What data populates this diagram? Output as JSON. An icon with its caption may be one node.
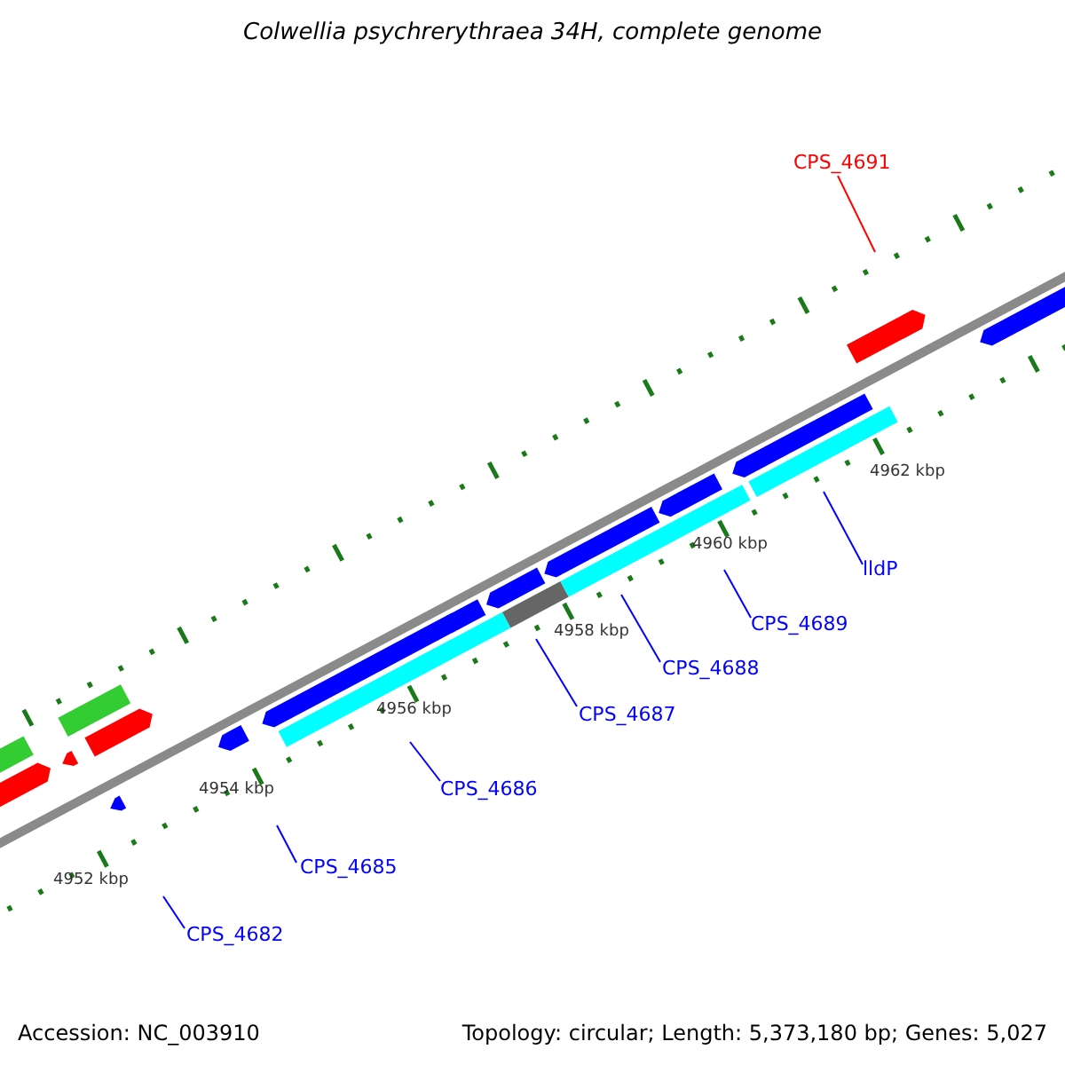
{
  "diagram": {
    "title": "Colwellia psychrerythraea 34H, complete genome",
    "nodes": [
      {
        "text": [
          "CPS_4691"
        ]
      },
      {
        "text": [
          "lldP"
        ]
      },
      {
        "text": [
          "CPS_4689"
        ]
      },
      {
        "text": [
          "CPS_4688"
        ]
      },
      {
        "text": [
          "CPS_4687"
        ]
      },
      {
        "text": [
          "CPS_4686"
        ]
      },
      {
        "text": [
          "CPS_4685"
        ]
      },
      {
        "text": [
          "CPS_4682"
        ]
      }
    ],
    "edges": [
      {
        "from": 0,
        "to": null,
        "arrow": "none",
        "color": "#ff0000"
      },
      {
        "from": 1,
        "to": null,
        "arrow": "none"
      },
      {
        "from": 2,
        "to": null,
        "arrow": "none"
      },
      {
        "from": 3,
        "to": null,
        "arrow": "none"
      },
      {
        "from": 4,
        "to": null,
        "arrow": "none"
      },
      {
        "from": 5,
        "to": null,
        "arrow": "none"
      },
      {
        "from": 6,
        "to": null,
        "arrow": "none"
      },
      {
        "from": 7,
        "to": null,
        "arrow": "none"
      }
    ],
    "labels": [
      "4952 kbp",
      "4954 kbp",
      "4956 kbp",
      "4958 kbp",
      "4960 kbp",
      "4962 kbp",
      "Accession: NC_003910",
      "Topology: circular; Length: 5,373,180 bp; Genes: 5,027"
    ]
  }
}
